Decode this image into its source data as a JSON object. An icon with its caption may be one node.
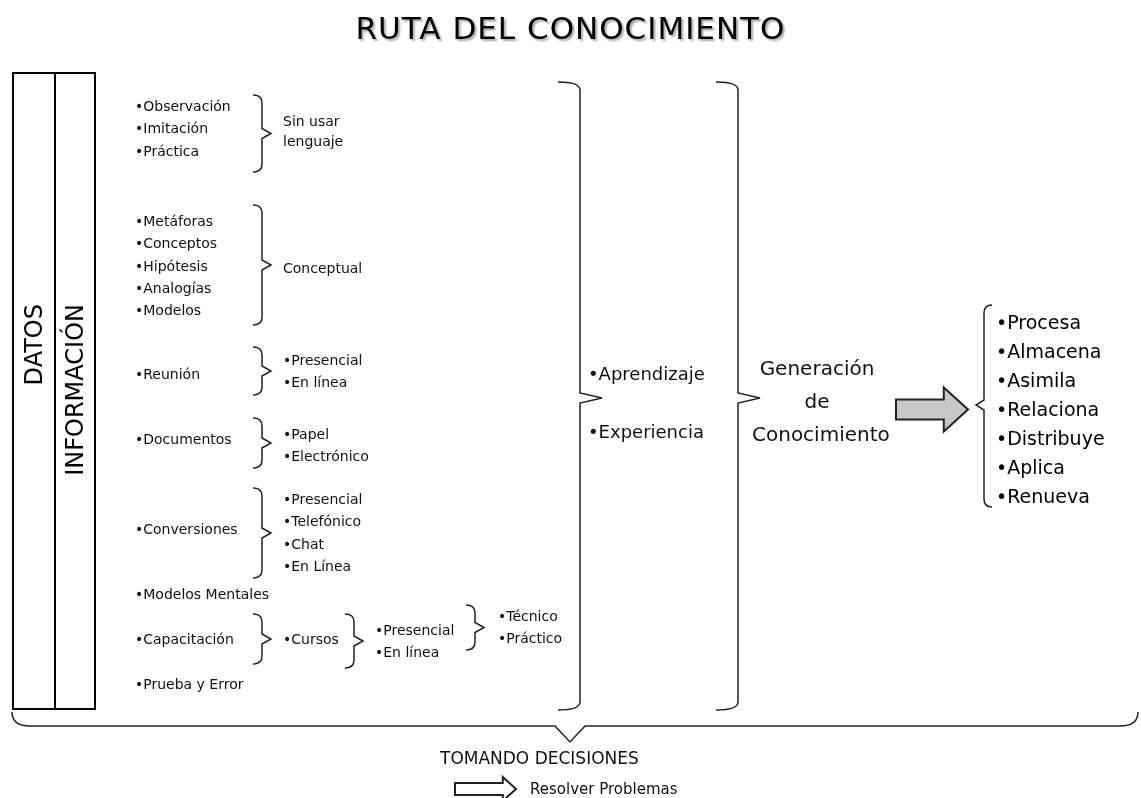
{
  "diagram": {
    "title": "RUTA DEL CONOCIMIENTO",
    "nodes": [
      {
        "text": [
          "DATOS"
        ]
      },
      {
        "text": [
          "INFORMACIÓN"
        ]
      },
      {
        "text": [
          "Generación de Conocimiento"
        ]
      },
      {
        "text": [
          "•Procesa",
          "•Almacena",
          "•Asimila",
          "•Relaciona",
          "•Distribuye",
          "•Aplica",
          "•Renueva"
        ]
      },
      {
        "text": [
          "Resolver Problemas"
        ]
      }
    ],
    "edges": [
      {
        "from": 2,
        "to": 3,
        "arrow": "to",
        "style": "thick"
      },
      {
        "from": null,
        "to": 4,
        "arrow": "to",
        "style": "thick"
      }
    ],
    "labels": [
      "•Observación",
      "•Imitación",
      "•Práctica",
      "Sin usar lenguaje",
      "•Metáforas",
      "•Conceptos",
      "•Hipótesis",
      "•Analogías",
      "•Modelos",
      "Conceptual",
      "•Reunión",
      "•Presencial",
      "•En línea",
      "•Documentos",
      "•Papel",
      "•Electrónico",
      "•Conversiones",
      "•Presencial",
      "•Telefónico",
      "•Chat",
      "•En Línea",
      "•Modelos Mentales",
      "•Capacitación",
      "•Cursos",
      "•Presencial",
      "•En línea",
      "•Técnico",
      "•Práctico",
      "•Prueba y Error",
      "•Aprendizaje",
      "•Experiencia",
      "TOMANDO DECISIONES"
    ]
  }
}
